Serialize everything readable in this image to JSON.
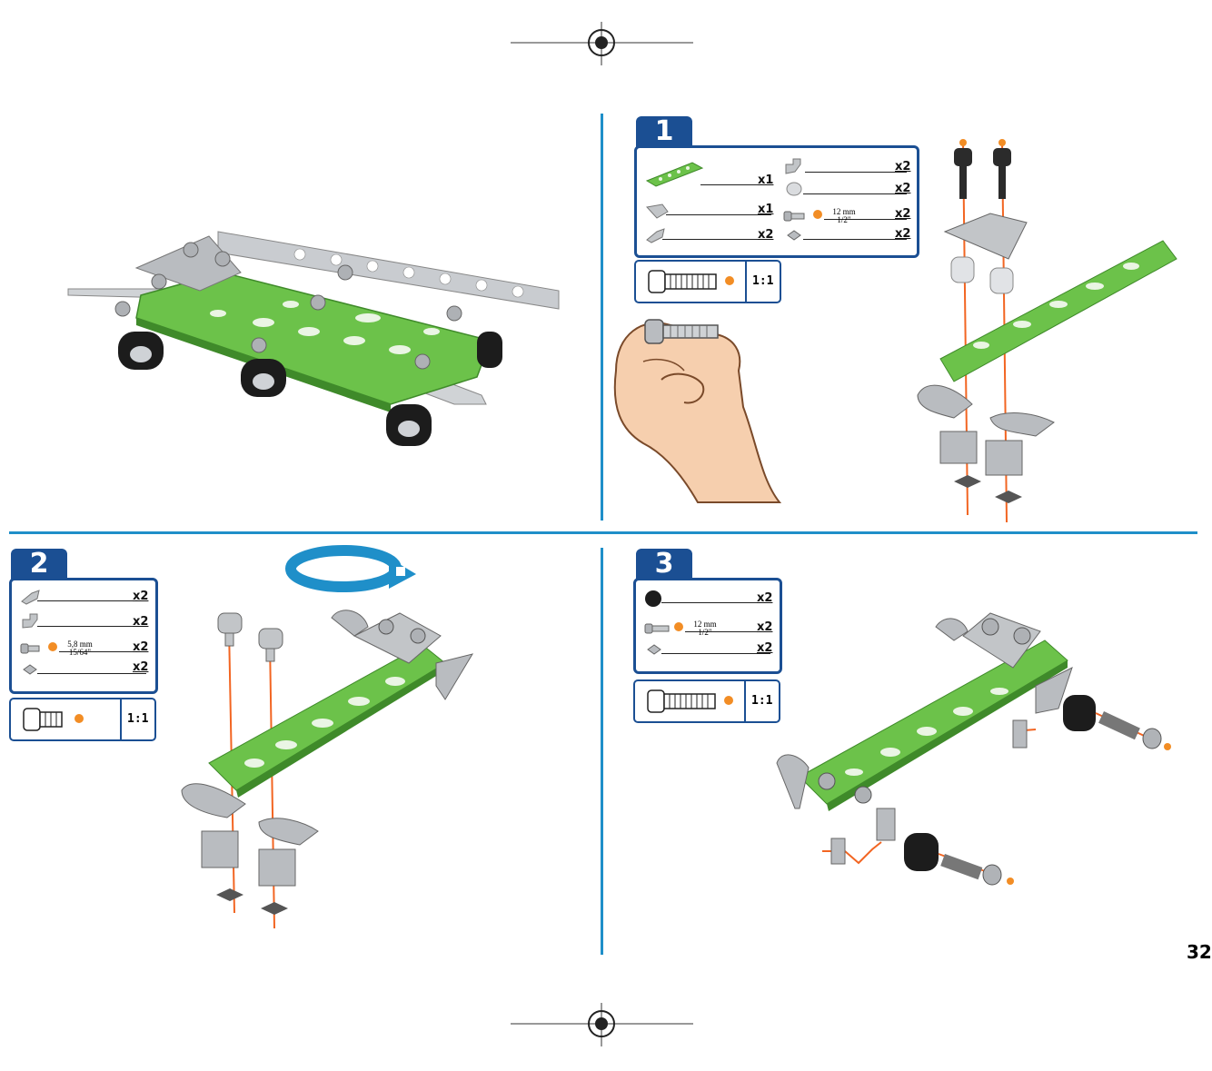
{
  "page_number": "32",
  "steps": [
    {
      "number": "1",
      "parts": [
        {
          "icon": "green-strip-part-icon",
          "qty": "x1"
        },
        {
          "icon": "triangle-plate-part-icon",
          "qty": "x1"
        },
        {
          "icon": "angle-bracket-part-icon",
          "qty": "x2"
        },
        {
          "icon": "angle-bracket-part-icon",
          "qty": "x2"
        },
        {
          "icon": "spacer-part-icon",
          "qty": "x2"
        },
        {
          "icon": "bolt-part-icon",
          "qty": "x2",
          "length": "12 mm",
          "length_inch": "1/2\""
        },
        {
          "icon": "nut-part-icon",
          "qty": "x2"
        }
      ],
      "scale": "1:1"
    },
    {
      "number": "2",
      "parts": [
        {
          "icon": "angle-bracket-part-icon",
          "qty": "x2"
        },
        {
          "icon": "angle-bracket-part-icon",
          "qty": "x2"
        },
        {
          "icon": "bolt-part-icon",
          "qty": "x2",
          "length": "5,8 mm",
          "length_inch": "15/64\""
        },
        {
          "icon": "nut-part-icon",
          "qty": "x2"
        }
      ],
      "scale": "1:1"
    },
    {
      "number": "3",
      "parts": [
        {
          "icon": "wheel-part-icon",
          "qty": "x2"
        },
        {
          "icon": "bolt-part-icon",
          "qty": "x2",
          "length": "12 mm",
          "length_inch": "1/2\""
        },
        {
          "icon": "nut-part-icon",
          "qty": "x2"
        }
      ],
      "scale": "1:1"
    }
  ],
  "colors": {
    "divider": "#1f8fc9",
    "tab": "#1b4f93",
    "strip_green": "#6cc24a",
    "metal": "#b9bcc0",
    "assembly_line": "#f26522"
  }
}
